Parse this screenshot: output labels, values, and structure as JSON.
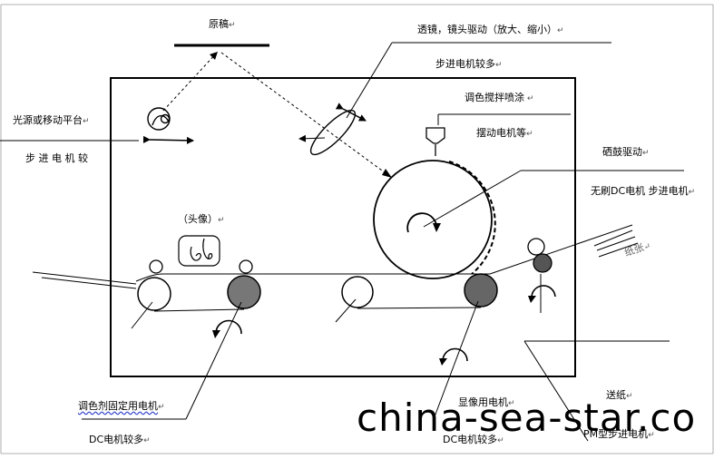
{
  "labels": {
    "original": "原稿",
    "lens_drive": "透镜，镜头驱动（放大、缩小）",
    "lens_motor": "步进电机较多",
    "light_source": "光源或移动平台",
    "light_motor": "步 进 电 机 较",
    "color_mix": "调色搅拌喷涂",
    "swing_motor": "摆动电机等",
    "drum_drive": "硒鼓驱动",
    "drum_motor": "无刷DC电机 步进电机",
    "head_image": "（头像）",
    "paper": "纸张",
    "fixing_motor": "调色剂固定用电机",
    "fixing_dc": "DC电机较多",
    "develop_motor": "显像用电机",
    "develop_dc": "DC电机较多",
    "feed": "送纸",
    "feed_motor": "PM型步进电机"
  },
  "watermark": "china-sea-star.co"
}
